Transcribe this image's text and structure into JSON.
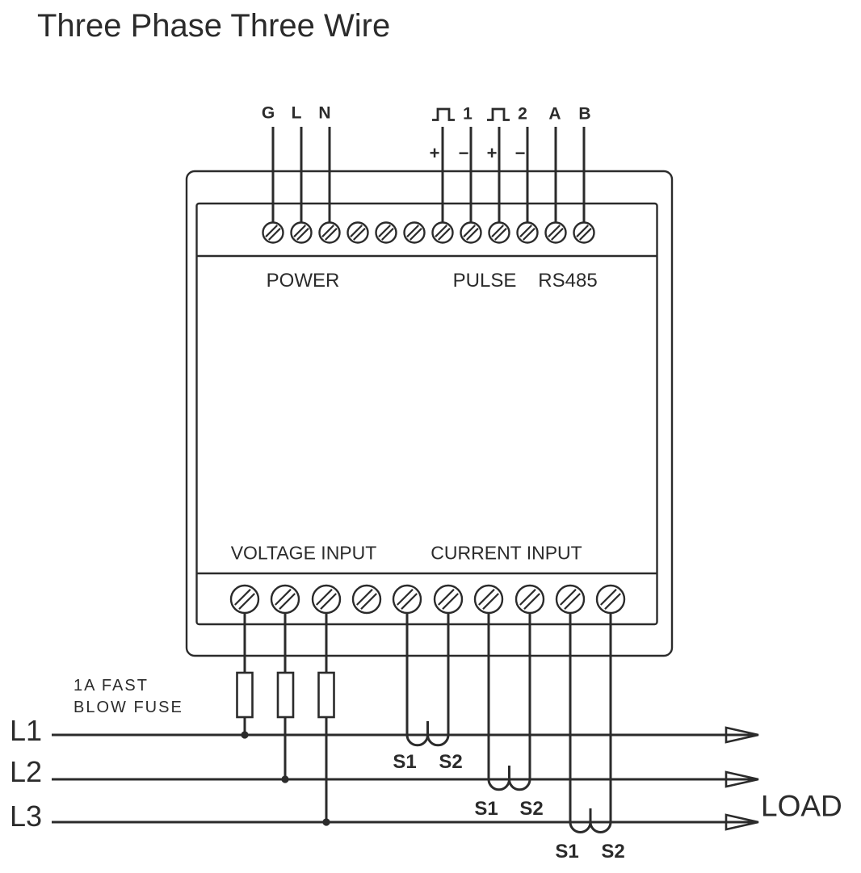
{
  "title": "Three Phase Three Wire",
  "device": {
    "power_terminals": {
      "g": "G",
      "l": "L",
      "n": "N"
    },
    "pulse_terminals": {
      "p1_num": "1",
      "p2_num": "2",
      "p1_plus": "+",
      "p1_minus": "−",
      "p2_plus": "+",
      "p2_minus": "−"
    },
    "rs485_terminals": {
      "a": "A",
      "b": "B"
    },
    "section_labels": {
      "power": "POWER",
      "pulse": "PULSE",
      "rs485": "RS485",
      "voltage_input": "VOLTAGE INPUT",
      "current_input": "CURRENT INPUT"
    }
  },
  "fuse_note": {
    "line1": "1A FAST",
    "line2": "BLOW FUSE"
  },
  "phase_labels": {
    "l1": "L1",
    "l2": "L2",
    "l3": "L3"
  },
  "load_label": "LOAD",
  "ct_labels": [
    {
      "s1": "S1",
      "s2": "S2"
    },
    {
      "s1": "S1",
      "s2": "S2"
    },
    {
      "s1": "S1",
      "s2": "S2"
    }
  ],
  "colors": {
    "ink": "#2b2b2b",
    "background": "#ffffff"
  }
}
